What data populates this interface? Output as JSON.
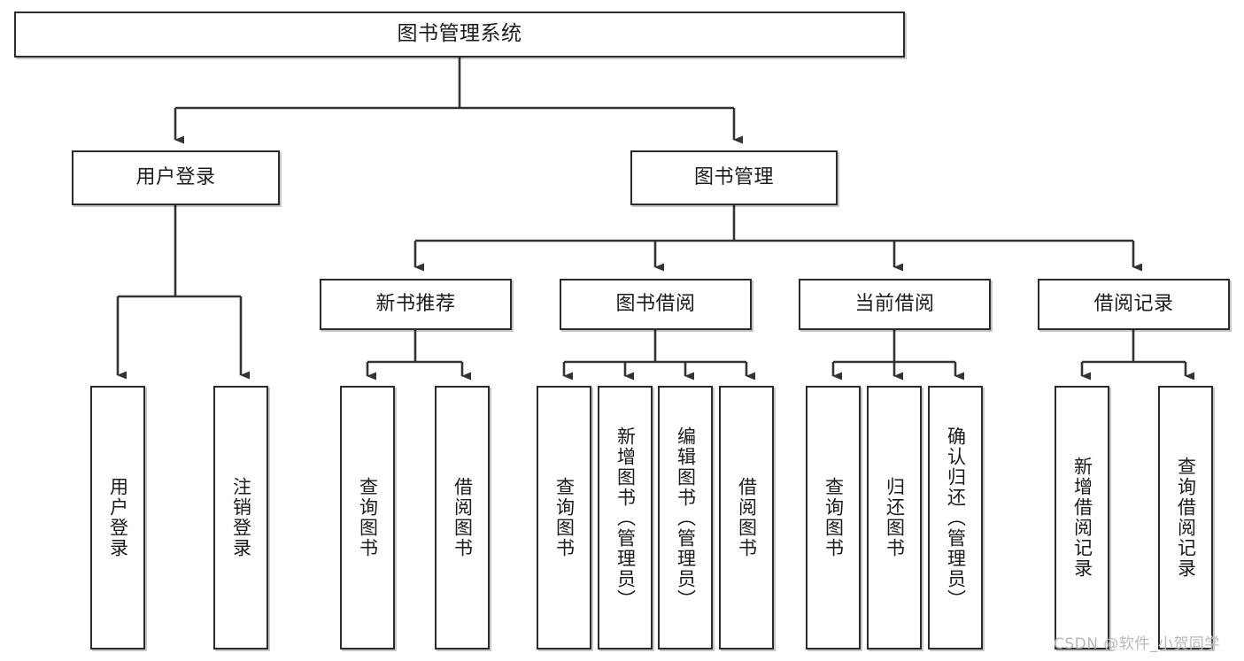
{
  "diagram": {
    "title": "图书管理系统",
    "type": "tree-hierarchy",
    "orientation": "top-down",
    "colors": {
      "box_border": "#2b2b2b",
      "box_fill": "#ffffff",
      "connector": "#333333",
      "text": "#1b1b1b",
      "watermark": "#b8b8b8",
      "background": "#ffffff"
    }
  },
  "watermark": {
    "text": "CSDN @软件_小贺同学"
  },
  "nodes": {
    "root": {
      "label": "图书管理系统"
    },
    "level2": [
      {
        "label": "用户登录"
      },
      {
        "label": "图书管理"
      }
    ],
    "level3": [
      {
        "label": "新书推荐"
      },
      {
        "label": "图书借阅"
      },
      {
        "label": "当前借阅"
      },
      {
        "label": "借阅记录"
      }
    ],
    "leaves": {
      "user_login": [
        {
          "label": "用户登录"
        },
        {
          "label": "注销登录"
        }
      ],
      "new_book_recommend": [
        {
          "label": "查询图书"
        },
        {
          "label": "借阅图书"
        }
      ],
      "book_borrow": [
        {
          "label": "查询图书"
        },
        {
          "label": "新增图书（管理员）"
        },
        {
          "label": "编辑图书（管理员）"
        },
        {
          "label": "借阅图书"
        }
      ],
      "current_borrow": [
        {
          "label": "查询图书"
        },
        {
          "label": "归还图书"
        },
        {
          "label": "确认归还（管理员）"
        }
      ],
      "borrow_record": [
        {
          "label": "新增借阅记录"
        },
        {
          "label": "查询借阅记录"
        }
      ]
    }
  }
}
